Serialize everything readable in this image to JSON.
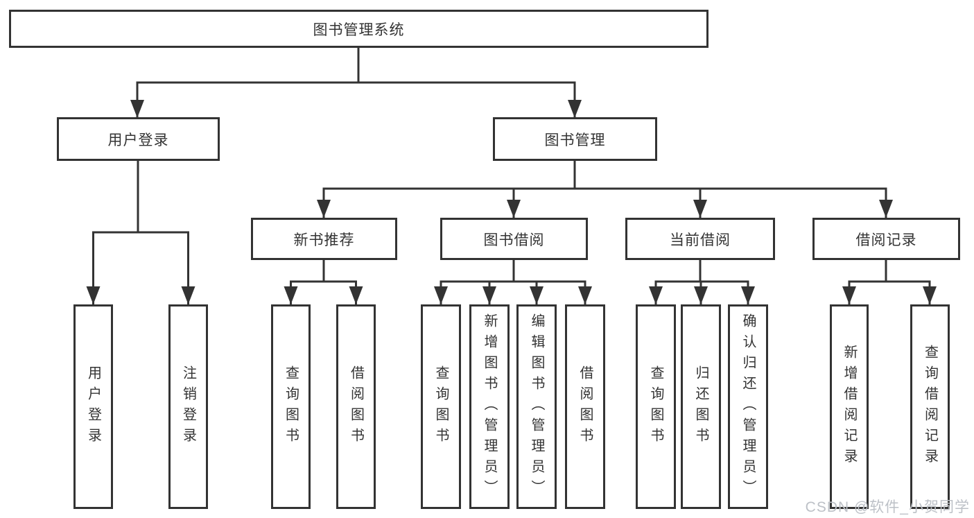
{
  "tree": {
    "root": {
      "label": "图书管理系统"
    },
    "branches": [
      {
        "label": "用户登录"
      },
      {
        "label": "图书管理"
      }
    ],
    "modules": [
      {
        "label": "新书推荐"
      },
      {
        "label": "图书借阅"
      },
      {
        "label": "当前借阅"
      },
      {
        "label": "借阅记录"
      }
    ],
    "functions": [
      {
        "label": "用户登录"
      },
      {
        "label": "注销登录"
      },
      {
        "label": "查询图书"
      },
      {
        "label": "借阅图书"
      },
      {
        "label": "查询图书"
      },
      {
        "label": "新增图书（管理员）"
      },
      {
        "label": "编辑图书（管理员）"
      },
      {
        "label": "借阅图书"
      },
      {
        "label": "查询图书"
      },
      {
        "label": "归还图书"
      },
      {
        "label": "确认归还（管理员）"
      },
      {
        "label": "新增借阅记录"
      },
      {
        "label": "查询借阅记录"
      }
    ]
  },
  "watermark": "CSDN @软件_小贺同学",
  "colors": {
    "line": "#333333",
    "box_border": "#333333",
    "text": "#333333",
    "background": "#ffffff",
    "watermark": "#bdc1c7"
  }
}
